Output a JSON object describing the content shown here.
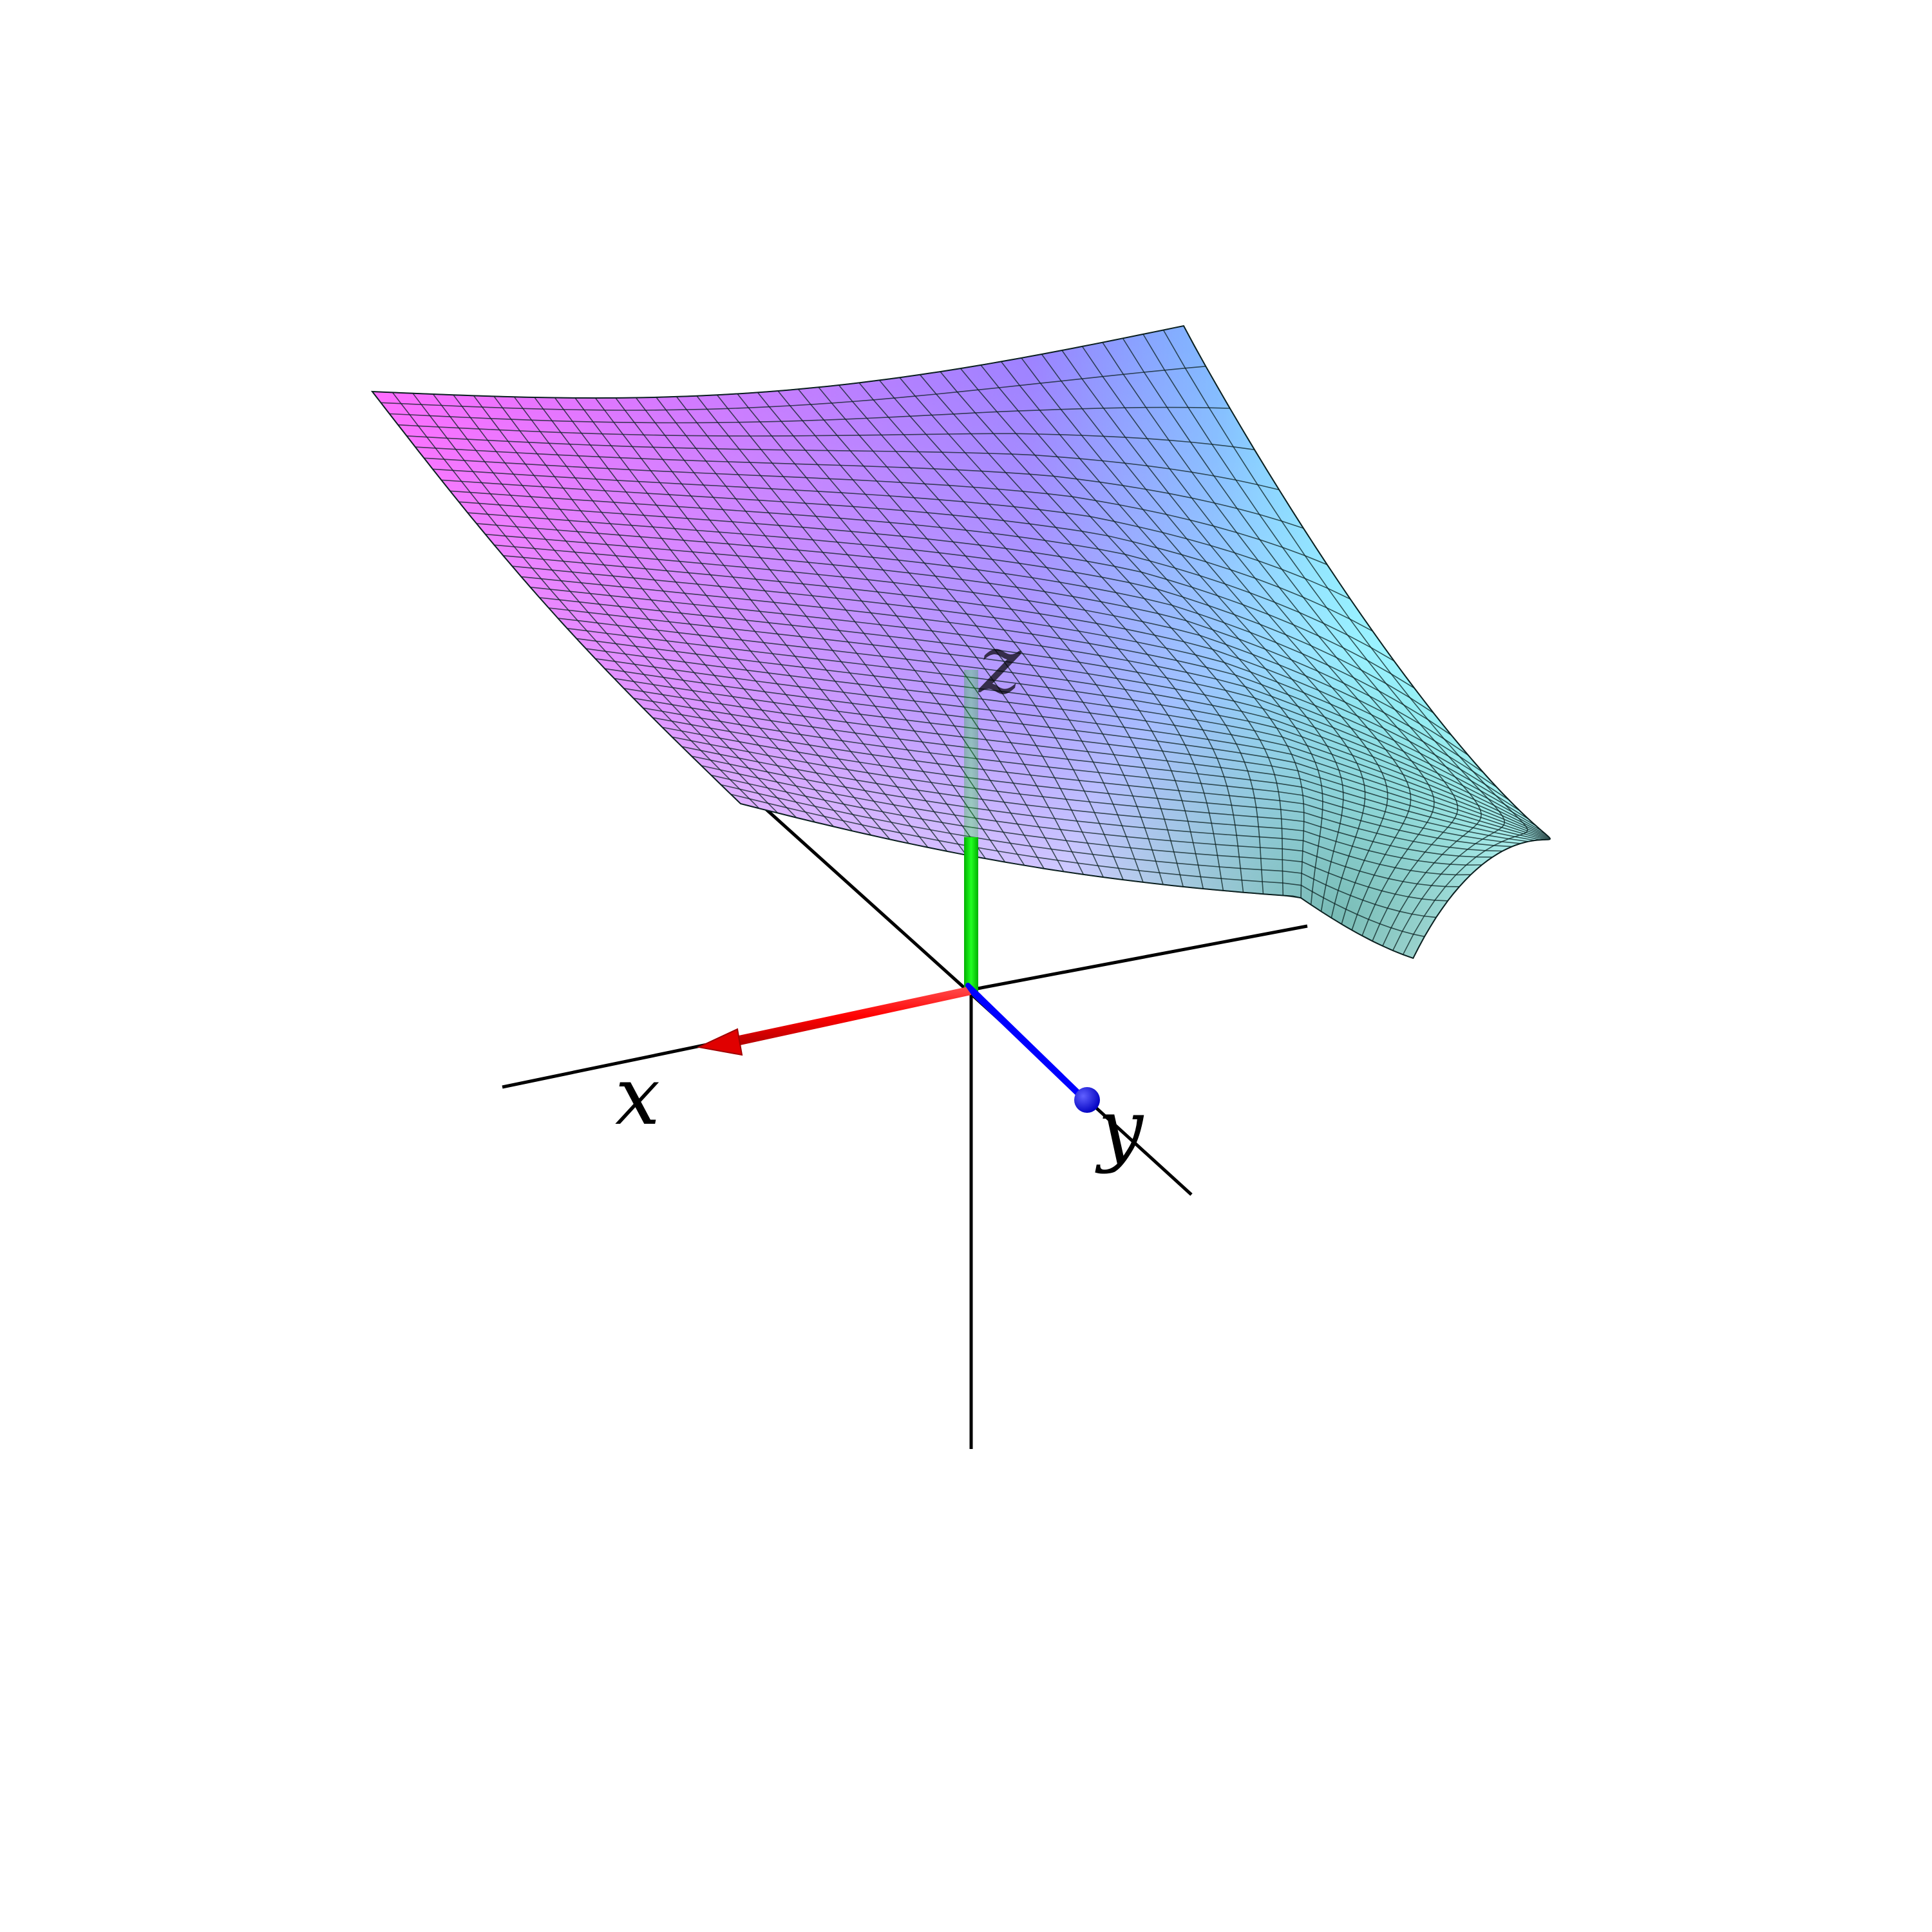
{
  "figure": {
    "type": "3d-surface-with-axes",
    "axes": {
      "x": {
        "label": "x"
      },
      "y": {
        "label": "y"
      },
      "z": {
        "label": "z"
      }
    },
    "vectors": [
      {
        "axis": "x",
        "color": "#ff0000",
        "tip": "arrowhead"
      },
      {
        "axis": "y",
        "color": "#0000ff",
        "tip": "ball"
      },
      {
        "axis": "z",
        "color": "#00ff00",
        "tip": "none"
      }
    ],
    "surface": {
      "grid_u": 40,
      "grid_v": 40,
      "colors": {
        "magenta": "#ff66ff",
        "violet": "#b070ff",
        "blue": "#7080ff",
        "light": "#f4ecff",
        "cyan": "#80ffff",
        "teal": "#60d0c0"
      },
      "mesh_color": "#0b2020"
    },
    "background": "#ffffff"
  }
}
